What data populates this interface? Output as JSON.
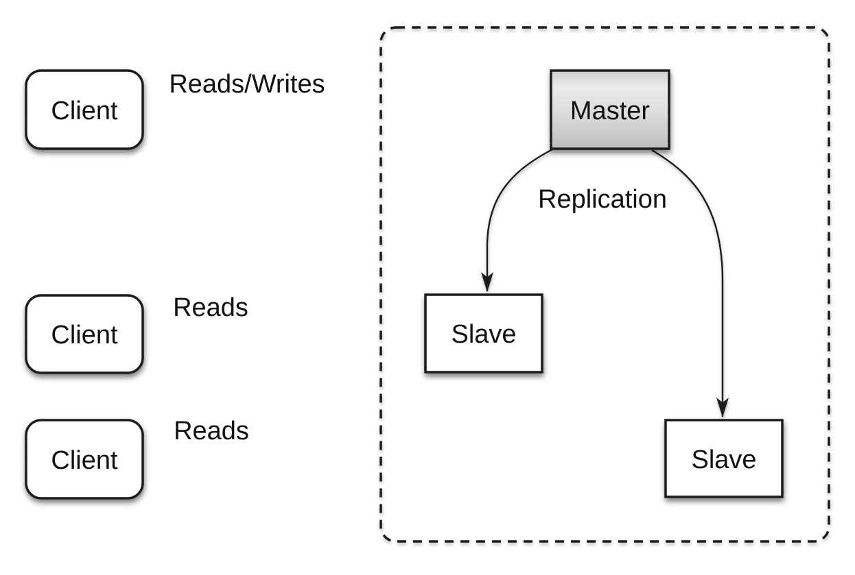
{
  "diagram": {
    "nodes": {
      "client_top": {
        "label": "Client"
      },
      "client_middle": {
        "label": "Client"
      },
      "client_bottom": {
        "label": "Client"
      },
      "master": {
        "label": "Master"
      },
      "slave_left": {
        "label": "Slave"
      },
      "slave_right": {
        "label": "Slave"
      }
    },
    "edge_labels": {
      "client_top_to_master": "Reads/Writes",
      "client_middle_to_slave_left": "Reads",
      "client_bottom_to_slave_right": "Reads",
      "master_to_slaves": "Replication"
    },
    "colors": {
      "line": "#1c1c1c",
      "node_fill": "#ffffff",
      "background": "#ffffff",
      "master_gradient_top": "#cfcfcf",
      "master_gradient_upper": "#ebebeb",
      "master_gradient_mid": "#dcdcdc",
      "master_gradient_bottom": "#bfbfbf"
    }
  }
}
